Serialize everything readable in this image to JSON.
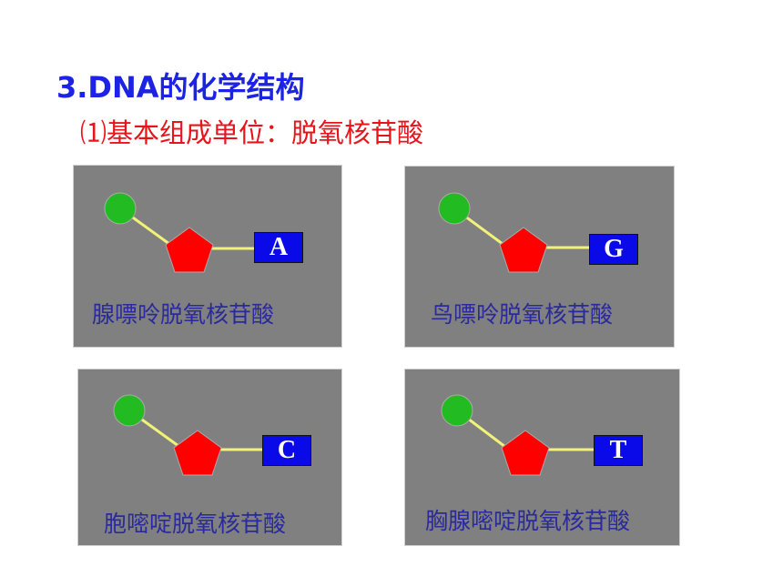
{
  "slide": {
    "title": "3.DNA的化学结构",
    "subtitle": "⑴基本组成单位：脱氧核苷酸"
  },
  "colors": {
    "title": "#1c22e6",
    "subtitle": "#e8141c",
    "card_background": "#808080",
    "phosphate": "#22bb22",
    "sugar": "#ff0000",
    "bond": "#f2f27a",
    "base_box": "#0a0ae8",
    "label": "#2a2a9c"
  },
  "cards": [
    {
      "base_letter": "A",
      "label": "腺嘌呤脱氧核苷酸",
      "phosphate_icon": "green-circle",
      "sugar_icon": "red-pentagon"
    },
    {
      "base_letter": "G",
      "label": "鸟嘌呤脱氧核苷酸",
      "phosphate_icon": "green-circle",
      "sugar_icon": "red-pentagon"
    },
    {
      "base_letter": "C",
      "label": "胞嘧啶脱氧核苷酸",
      "phosphate_icon": "green-circle",
      "sugar_icon": "red-pentagon"
    },
    {
      "base_letter": "T",
      "label": "胸腺嘧啶脱氧核苷酸",
      "phosphate_icon": "green-circle",
      "sugar_icon": "red-pentagon"
    }
  ]
}
